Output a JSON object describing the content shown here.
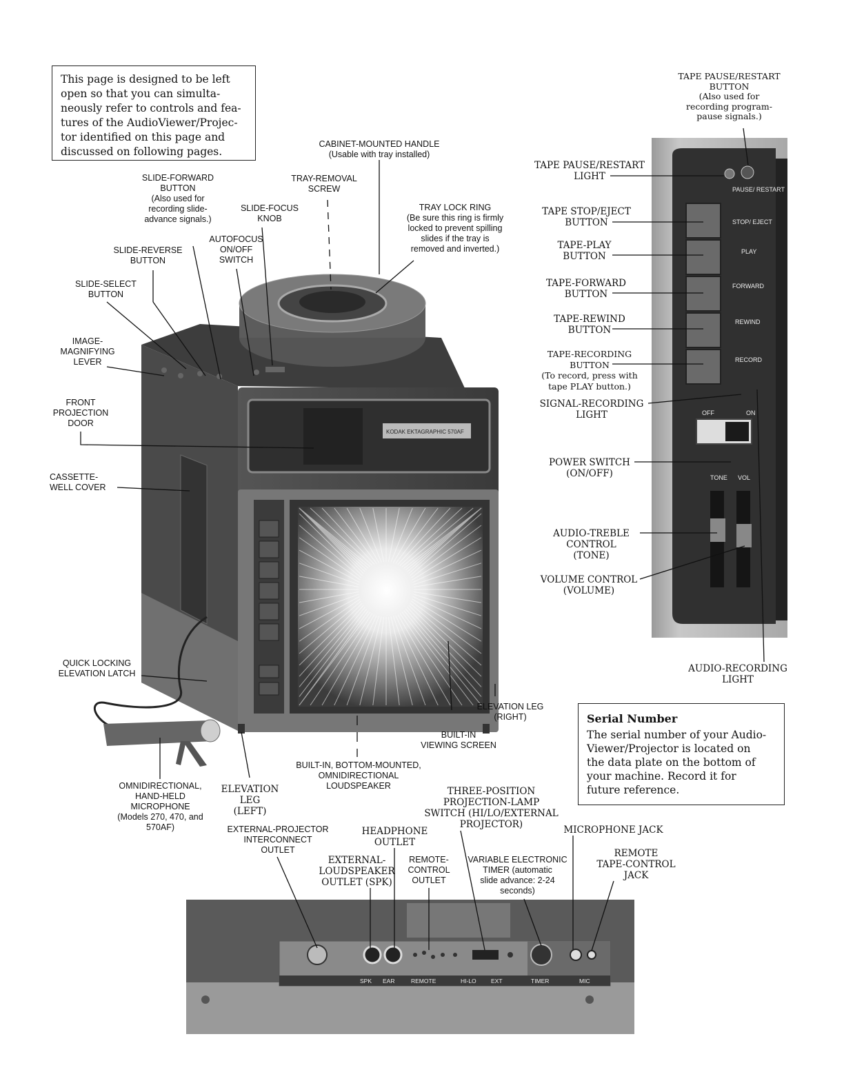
{
  "intro_note": "This page is designed to be left\nopen so that you can simulta-\nneously refer to controls and fea-\ntures of the AudioViewer/Projec-\ntor identified on this page and\ndiscussed on following pages.",
  "serial_box": {
    "title": "Serial Number",
    "body": "The serial number of your Audio-\nViewer/Projector is located on\nthe data plate on the bottom of\nyour machine. Record it for\nfuture reference."
  },
  "projector_labels": {
    "cabinet_handle": "CABINET-MOUNTED HANDLE\n(Usable with tray installed)",
    "tray_removal_screw": "TRAY-REMOVAL\nSCREW",
    "tray_lock_ring": "TRAY LOCK RING\n(Be sure this ring is firmly\nlocked to prevent spilling\nslides if the tray is\nremoved and inverted.)",
    "slide_forward": "SLIDE-FORWARD\nBUTTON\n(Also used for\nrecording slide-\nadvance signals.)",
    "slide_focus": "SLIDE-FOCUS\nKNOB",
    "autofocus": "AUTOFOCUS\nON/OFF\nSWITCH",
    "slide_reverse": "SLIDE-REVERSE\nBUTTON",
    "slide_select": "SLIDE-SELECT\nBUTTON",
    "image_lever": "IMAGE-\nMAGNIFYING\nLEVER",
    "front_door": "FRONT\nPROJECTION\nDOOR",
    "cassette_cover": "CASSETTE-\nWELL COVER",
    "elevation_latch": "QUICK LOCKING\nELEVATION LATCH",
    "microphone": "OMNIDIRECTIONAL,\nHAND-HELD\nMICROPHONE\n(Models 270, 470, and\n570AF)",
    "leg_left": "ELEVATION LEG\n(LEFT)",
    "loudspeaker": "BUILT-IN, BOTTOM-MOUNTED,\nOMNIDIRECTIONAL\nLOUDSPEAKER",
    "viewing_screen": "BUILT-IN\nVIEWING SCREEN",
    "leg_right": "ELEVATION LEG\n(RIGHT)"
  },
  "panel_labels": {
    "pause_button": "TAPE PAUSE/RESTART\nBUTTON\n(Also used for\nrecording program-\npause signals.)",
    "pause_light": "TAPE PAUSE/RESTART\nLIGHT",
    "stop_eject": "TAPE STOP/EJECT\nBUTTON",
    "play": "TAPE-PLAY\nBUTTON",
    "forward": "TAPE-FORWARD\nBUTTON",
    "rewind": "TAPE-REWIND\nBUTTON",
    "recording": "TAPE-RECORDING\nBUTTON\n(To record, press with\ntape PLAY button.)",
    "signal_light": "SIGNAL-RECORDING\nLIGHT",
    "power": "POWER SWITCH\n(ON/OFF)",
    "treble": "AUDIO-TREBLE\nCONTROL\n(TONE)",
    "volume": "VOLUME CONTROL\n(VOLUME)",
    "audio_light": "AUDIO-RECORDING\nLIGHT"
  },
  "panel_markings": {
    "pause": "PAUSE/ RESTART",
    "stop": "STOP/ EJECT",
    "play": "PLAY",
    "forward": "FORWARD",
    "rewind": "REWIND",
    "record": "RECORD",
    "off": "OFF",
    "on": "ON",
    "tone": "TONE",
    "vol": "VOL"
  },
  "rear_labels": {
    "ext_projector": "EXTERNAL-PROJECTOR\nINTERCONNECT\nOUTLET",
    "ext_speaker": "EXTERNAL-\nLOUDSPEAKER\nOUTLET (SPK)",
    "headphone": "HEADPHONE\nOUTLET",
    "remote": "REMOTE-\nCONTROL\nOUTLET",
    "lamp_switch": "THREE-POSITION\nPROJECTION-LAMP\nSWITCH (HI/LO/EXTERNAL\nPROJECTOR)",
    "timer": "VARIABLE ELECTRONIC\nTIMER (automatic\nslide advance: 2-24\nseconds)",
    "mic_jack": "MICROPHONE JACK",
    "remote_jack": "REMOTE\nTAPE-CONTROL\nJACK"
  },
  "rear_markings": [
    "SPK",
    "EAR",
    "REMOTE",
    "HI-LO",
    "EXT",
    "TIMER",
    "MIC"
  ],
  "brand_plate": "KODAK EKTAGRAPHIC 570AF"
}
